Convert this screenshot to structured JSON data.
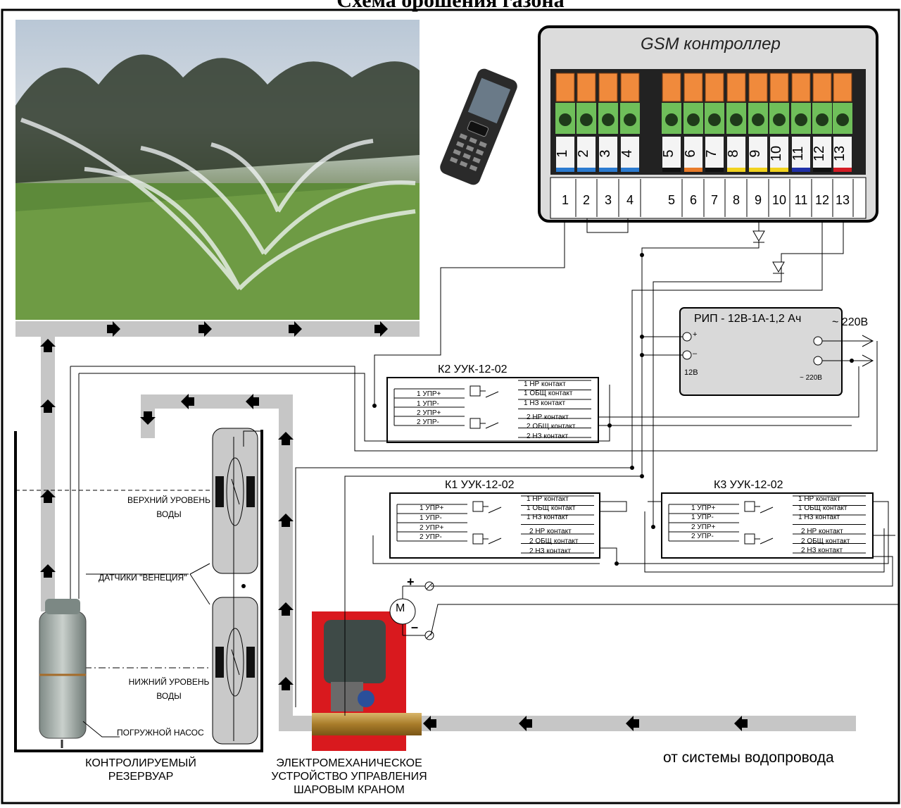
{
  "title": "Схема орошения газона",
  "gsm": {
    "title": "GSM контроллер",
    "terminals": [
      "1",
      "2",
      "3",
      "4",
      "5",
      "6",
      "7",
      "8",
      "9",
      "10",
      "11",
      "12",
      "13"
    ]
  },
  "power_supply": {
    "title": "РИП - 12В-1А-1,2 Ач",
    "plus": "+",
    "minus": "–",
    "dc_label": "12В",
    "ac_out_label": "~ 220В",
    "mains_label": "~ 220В"
  },
  "relays": [
    {
      "id": "k2",
      "title": "К2  УУК-12-02",
      "left": [
        "1 УПР+",
        "1 УПР-",
        "2 УПР+",
        "2 УПР-"
      ],
      "right": [
        "1 НР контакт",
        "1 ОБЩ контакт",
        "1 НЗ контакт",
        "2 НР контакт",
        "2 ОБЩ контакт",
        "2 НЗ контакт"
      ]
    },
    {
      "id": "k1",
      "title": "К1  УУК-12-02",
      "left": [
        "1 УПР+",
        "1 УПР-",
        "2 УПР+",
        "2 УПР-"
      ],
      "right": [
        "1 НР контакт",
        "1 ОБЩ контакт",
        "1 НЗ контакт",
        "2 НР контакт",
        "2 ОБЩ контакт",
        "2 НЗ контакт"
      ]
    },
    {
      "id": "k3",
      "title": "К3  УУК-12-02",
      "left": [
        "1 УПР+",
        "1 УПР-",
        "2 УПР+",
        "2 УПР-"
      ],
      "right": [
        "1 НР контакт",
        "1 ОБЩ контакт",
        "1 НЗ контакт",
        "2 НР контакт",
        "2 ОБЩ контакт",
        "2 НЗ контакт"
      ]
    }
  ],
  "motor": {
    "symbol": "M",
    "plus": "+",
    "minus": "–"
  },
  "labels": {
    "upper_level": "ВЕРХНИЙ УРОВЕНЬ ВОДЫ",
    "lower_level": "НИЖНИЙ УРОВЕНЬ ВОДЫ",
    "sensors": "ДАТЧИКИ \"ВЕНЕЦИЯ\"",
    "pump": "ПОГРУЖНОЙ НАСОС",
    "tank": "КОНТРОЛИРУЕМЫЙ РЕЗЕРВУАР",
    "valve": "ЭЛЕКТРОМЕХАНИЧЕСКОЕ УСТРОЙСТВО УПРАВЛЕНИЯ ШАРОВЫМ КРАНОМ",
    "water_supply": "от системы водопровода"
  },
  "colors": {
    "pipe": "#c6c6c6",
    "gsm_body": "#dcdcdc",
    "terminal_orange": "#f08a3c",
    "terminal_green": "#6fbf5a",
    "sensor_body": "#c9c9c9",
    "power_box": "#d9d9d9",
    "valve_background": "#d9191e",
    "lawn_green": "#5f8a3a"
  }
}
